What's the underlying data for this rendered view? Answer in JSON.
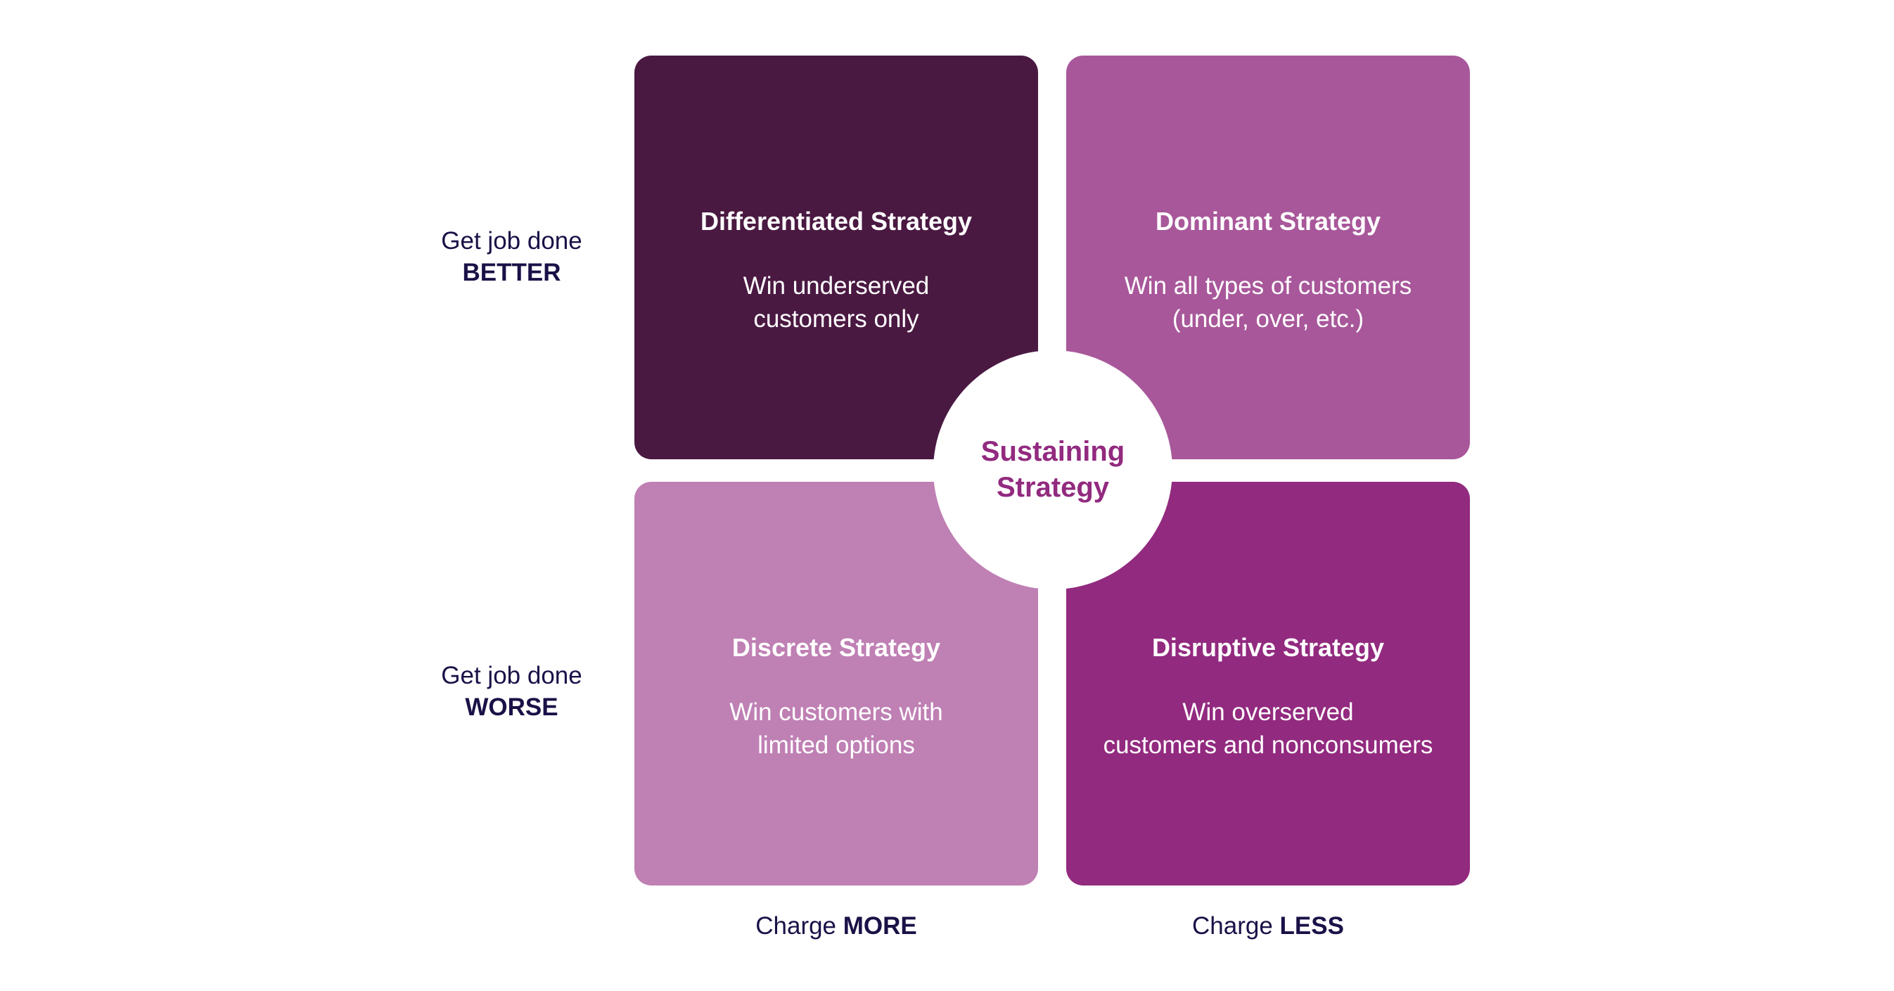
{
  "colors": {
    "top_left": "#4a1942",
    "top_right": "#a8579a",
    "bottom_left": "#bf80b4",
    "bottom_right": "#922a7f",
    "center_text": "#922a7f",
    "axis_text": "#1a1147"
  },
  "quadrants": {
    "top_left": {
      "title": "Differentiated Strategy",
      "description": "Win underserved\ncustomers only"
    },
    "top_right": {
      "title": "Dominant Strategy",
      "description": "Win all types of customers\n(under, over, etc.)"
    },
    "bottom_left": {
      "title": "Discrete Strategy",
      "description": "Win customers with\nlimited options"
    },
    "bottom_right": {
      "title": "Disruptive Strategy",
      "description": "Win overserved\ncustomers and nonconsumers"
    }
  },
  "center": {
    "label": "Sustaining\nStrategy"
  },
  "row_labels": {
    "top": {
      "prefix": "Get job done",
      "emphasis": "BETTER"
    },
    "bottom": {
      "prefix": "Get job done",
      "emphasis": "WORSE"
    }
  },
  "column_labels": {
    "left": {
      "prefix": "Charge ",
      "emphasis": "MORE"
    },
    "right": {
      "prefix": "Charge ",
      "emphasis": "LESS"
    }
  }
}
